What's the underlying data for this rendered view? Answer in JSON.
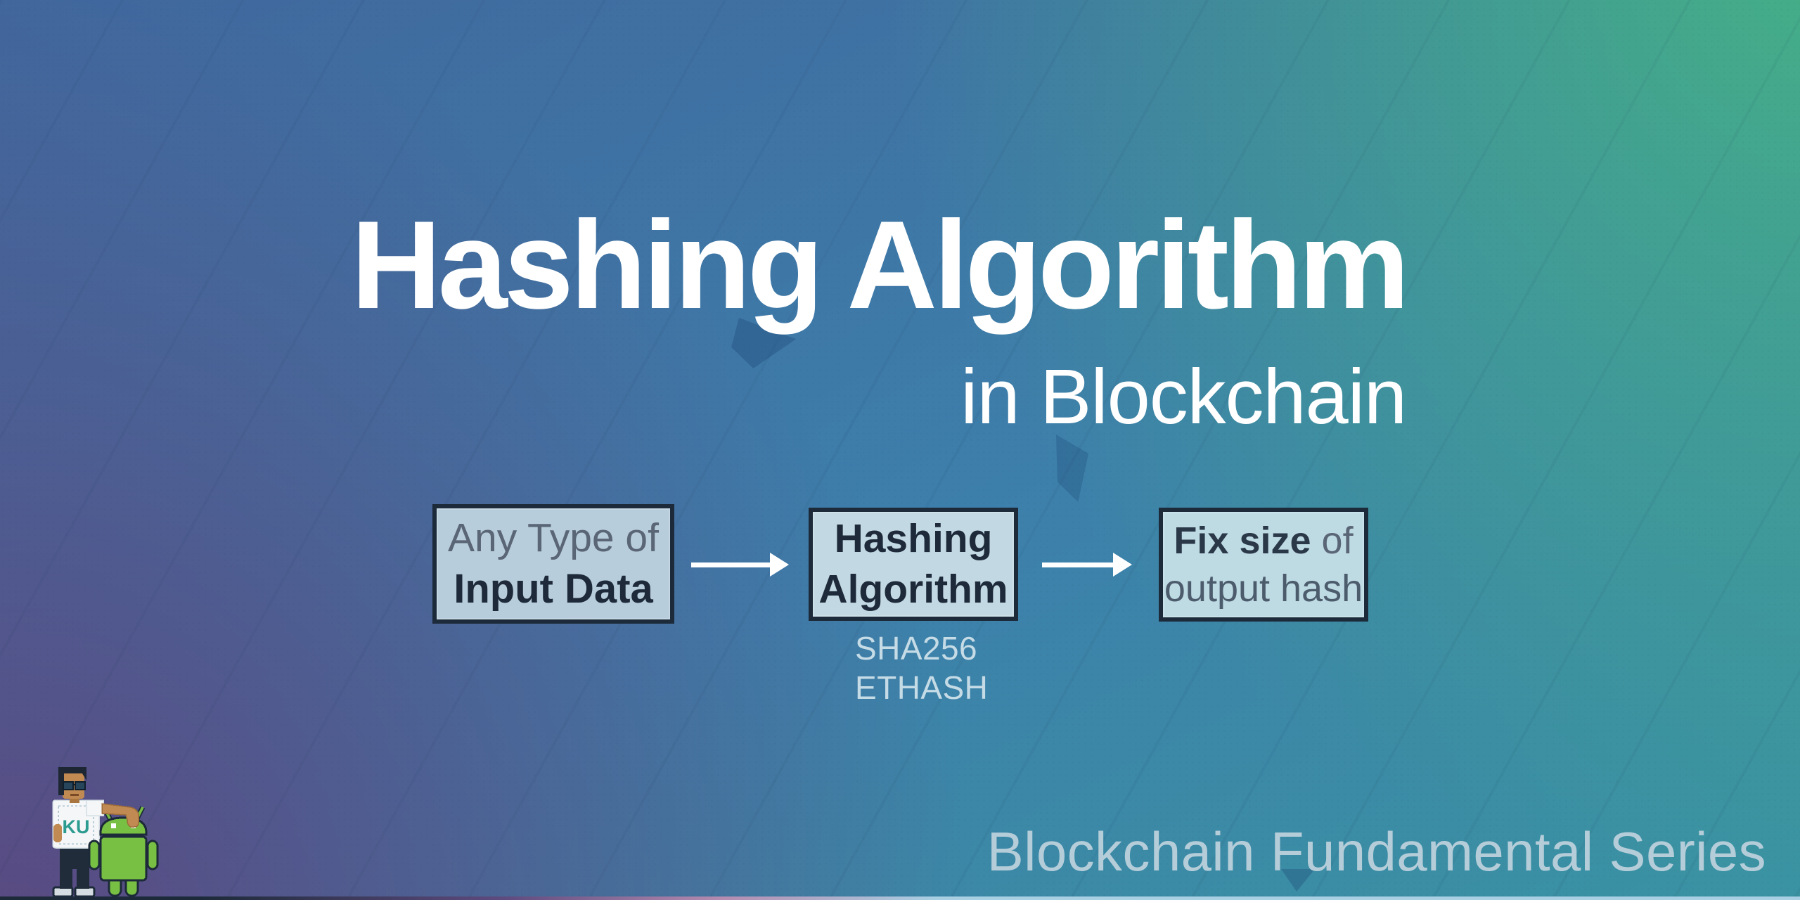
{
  "hero": {
    "title": "Hashing Algorithm",
    "subtitle": "in Blockchain"
  },
  "diagram": {
    "boxes": [
      {
        "line1": "Any Type of",
        "line2": "Input Data"
      },
      {
        "line1": "Hashing",
        "line2": "Algorithm"
      },
      {
        "line1_strong": "Fix size",
        "line1_rest": "of",
        "line2": "output hash"
      }
    ],
    "algorithm_examples": [
      "SHA256",
      "ETHASH"
    ]
  },
  "footer": {
    "series_label": "Blockchain Fundamental Series"
  },
  "mascot": {
    "shirt_text": "KU"
  },
  "colors": {
    "gradient_top_left": "#41679d",
    "gradient_top_right": "#45b384",
    "gradient_bottom_left": "#5c457e",
    "gradient_bottom_right": "#3a93a2",
    "box_border": "#1c2a39",
    "box_fill_1": "#b7cddb",
    "box_fill_2": "#c2d8e2",
    "box_fill_3": "#bedbe4",
    "title_text": "#ffffff",
    "muted_label": "#b4cdd9",
    "algo_text": "#c5dbe6",
    "android_green": "#78c043",
    "shirt_logo_teal": "#2d9c90"
  }
}
